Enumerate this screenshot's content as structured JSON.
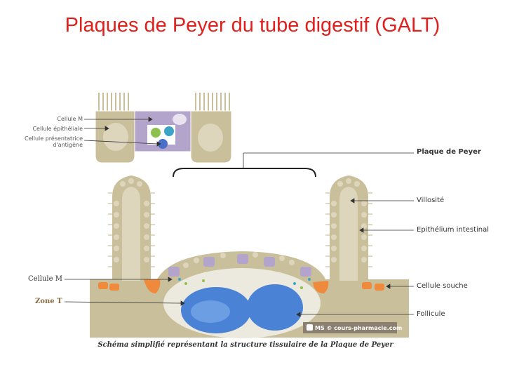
{
  "title": "Plaques de Peyer du tube digestif (GALT)",
  "inset_labels": {
    "cellule_m": "Cellule M",
    "cellule_epitheliale": "Cellule épithéliale",
    "cellule_presentatrice_line1": "Cellule présentatrice",
    "cellule_presentatrice_line2": "d'antigène"
  },
  "labels": {
    "plaque_de_peyer": "Plaque de Peyer",
    "villosite": "Villosité",
    "epithelium_intestinal": "Epithélium intestinal",
    "cellule_souche": "Cellule souche",
    "follicule": "Follicule",
    "cellule_m": "Cellule M",
    "zone_t": "Zone T"
  },
  "credit": "MS © cours-pharmacie.com",
  "caption": "Schéma simplifié représentant la structure tissulaire de la Plaque de Peyer",
  "colors": {
    "title": "#e0201c",
    "tissue": "#c9c09b",
    "tissue_light": "#ddd6bd",
    "m_cell": "#b3a4cc",
    "stem_cell": "#ef8a3c",
    "follicle": "#4a82d6",
    "dome": "#ece9df",
    "zone_t_label": "#8a6a40"
  }
}
